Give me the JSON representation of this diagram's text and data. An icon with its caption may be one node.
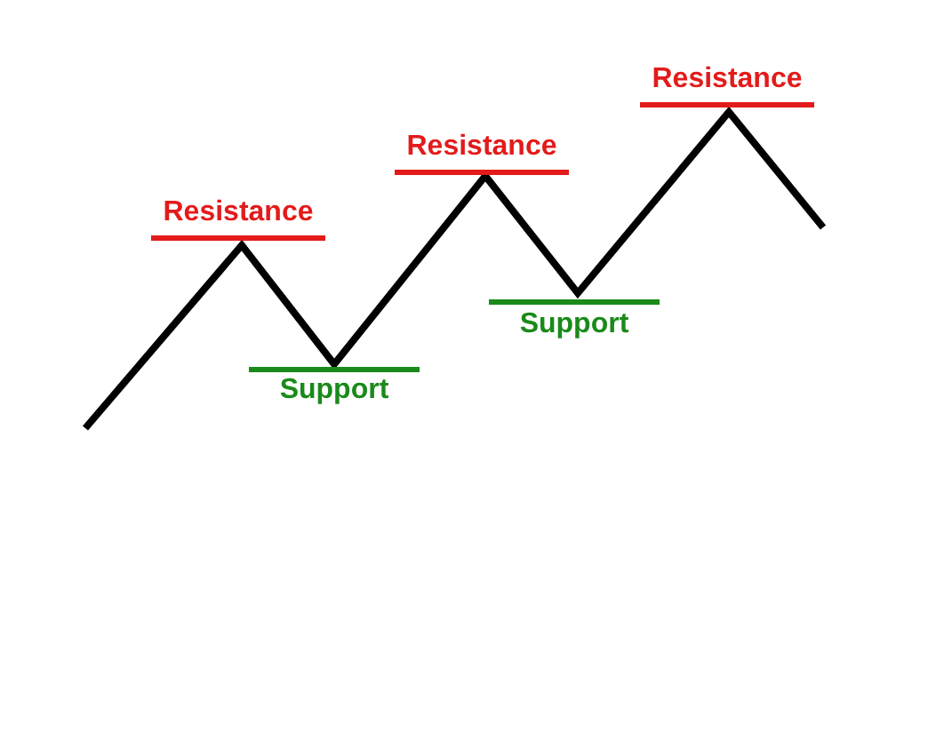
{
  "diagram": {
    "labels": [
      "Resistance",
      "Support",
      "Resistance",
      "Support",
      "Resistance"
    ]
  }
}
